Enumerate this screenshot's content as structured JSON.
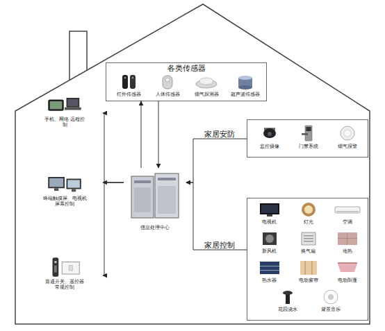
{
  "diagram": {
    "nodes": [
      {
        "text": [
          "各类传感器"
        ]
      },
      {
        "text": [
          "红外传感器"
        ],
        "in": 0
      },
      {
        "text": [
          "人体传感器"
        ],
        "in": 0
      },
      {
        "text": [
          "烟气探测器"
        ],
        "in": 0
      },
      {
        "text": [
          "超声波传感器"
        ],
        "in": 0
      },
      {
        "text": [
          "手机、网络 远程控制"
        ]
      },
      {
        "text": [
          "终端触摸屏、电视机 屏幕控制"
        ]
      },
      {
        "text": [
          "信息处理中心"
        ]
      },
      {
        "text": [
          "普通开关、遥控器 常规控制"
        ]
      },
      {
        "text": [
          "家居安防"
        ]
      },
      {
        "text": [
          "监控摄像"
        ],
        "in": 9
      },
      {
        "text": [
          "门禁系统"
        ],
        "in": 9
      },
      {
        "text": [
          "烟气报警"
        ],
        "in": 9
      },
      {
        "text": [
          "家居控制"
        ]
      },
      {
        "text": [
          "电视机"
        ],
        "in": 13
      },
      {
        "text": [
          "灯光"
        ],
        "in": 13
      },
      {
        "text": [
          "空调"
        ],
        "in": 13
      },
      {
        "text": [
          "新风机"
        ],
        "in": 13
      },
      {
        "text": [
          "换气扇"
        ],
        "in": 13
      },
      {
        "text": [
          "地热"
        ],
        "in": 13
      },
      {
        "text": [
          "热水器"
        ],
        "in": 13
      },
      {
        "text": [
          "电动窗帘"
        ],
        "in": 13
      },
      {
        "text": [
          "电动阳蓬"
        ],
        "in": 13
      },
      {
        "text": [
          "花园浇水"
        ],
        "in": 13
      },
      {
        "text": [
          "背景音乐"
        ],
        "in": 13
      }
    ],
    "edges": [
      {
        "from": 7,
        "to": 0,
        "arrow": "to"
      },
      {
        "from": 0,
        "to": 7,
        "arrow": "to"
      },
      {
        "from": 7,
        "to": 5,
        "arrow": "to"
      },
      {
        "from": 7,
        "to": 6,
        "arrow": "to"
      },
      {
        "from": 7,
        "to": 8,
        "arrow": "to"
      },
      {
        "from": 9,
        "to": 7,
        "arrow": "to"
      },
      {
        "from": 13,
        "to": 7,
        "arrow": "to"
      }
    ]
  }
}
